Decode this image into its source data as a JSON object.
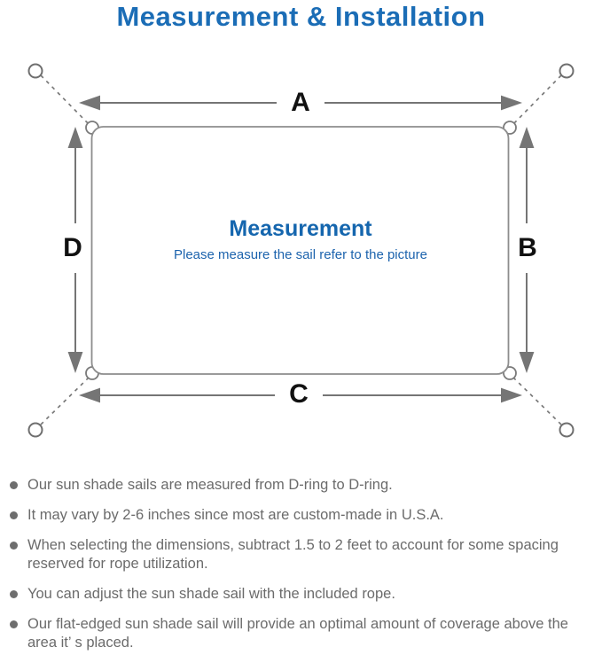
{
  "title": "Measurement & Installation",
  "diagram": {
    "dimension_labels": {
      "top": "A",
      "right": "B",
      "bottom": "C",
      "left": "D"
    },
    "center_title": "Measurement",
    "center_subtitle": "Please measure the sail refer to the picture"
  },
  "notes": [
    "Our sun shade sails are measured from D-ring to D-ring.",
    "It may vary by 2-6 inches since most are custom-made in U.S.A.",
    "When selecting the dimensions, subtract 1.5 to 2 feet to account for some spacing reserved for rope utilization.",
    "You can adjust the sun shade sail with the included rope.",
    "Our flat-edged sun shade sail will provide an optimal amount of coverage above the area it’ s placed."
  ],
  "colors": {
    "accent_blue": "#1b6db6",
    "center_text_blue": "#1566ae",
    "diagram_line_gray": "#7a7a7a",
    "note_text_gray": "#6b6b6b",
    "dimension_label_black": "#111111"
  }
}
